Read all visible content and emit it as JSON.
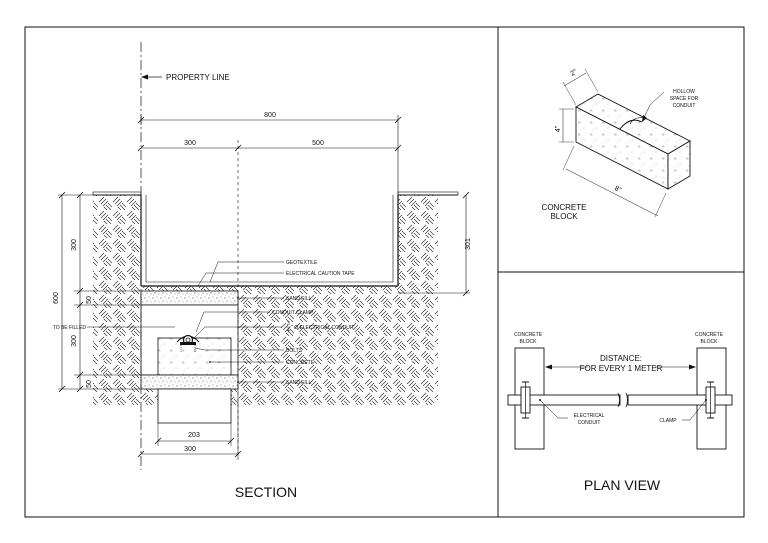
{
  "section": {
    "title": "SECTION",
    "property_line": "PROPERTY LINE",
    "dims": {
      "top_total": "800",
      "top_left": "300",
      "top_right": "500",
      "left_total": "600",
      "left_upper": "300",
      "left_sand_top": "50",
      "left_mid": "300",
      "left_sand_bottom": "50",
      "right": "301",
      "bottom_inner": "203",
      "bottom_outer": "300"
    },
    "labels": {
      "geotextile": "GEOTEXTILE",
      "caution_tape": "ELECTRICAL CAUTION TAPE",
      "sand_fill_top": "SAND FILL",
      "conduit_clamp": "CONDUIT CLAMP",
      "conduit_fraction_num": "3",
      "conduit_fraction_den": "4",
      "conduit_suffix": "\" Ø ELECTRICAL CONDUIT",
      "to_be_filled": "TO BE FILLED",
      "bolts": "BOLTS",
      "concrete": "CONCRETE",
      "sand_fill_bottom": "SAND FILL"
    }
  },
  "block": {
    "title_line1": "CONCRETE",
    "title_line2": "BLOCK",
    "dim_width": "2\"",
    "dim_height": "4\"",
    "dim_length": "8\"",
    "hollow_line1": "HOLLOW",
    "hollow_line2": "SPACE FOR",
    "hollow_line3": "CONDUIT"
  },
  "plan": {
    "title": "PLAN VIEW",
    "left_block_line1": "CONCRETE",
    "left_block_line2": "BLOCK",
    "right_block_line1": "CONCRETE",
    "right_block_line2": "BLOCK",
    "distance_line1": "DISTANCE:",
    "distance_line2": "FOR EVERY 1 METER",
    "conduit_line1": "ELECTRICAL",
    "conduit_line2": "CONDUIT",
    "clamp": "CLAMP"
  }
}
